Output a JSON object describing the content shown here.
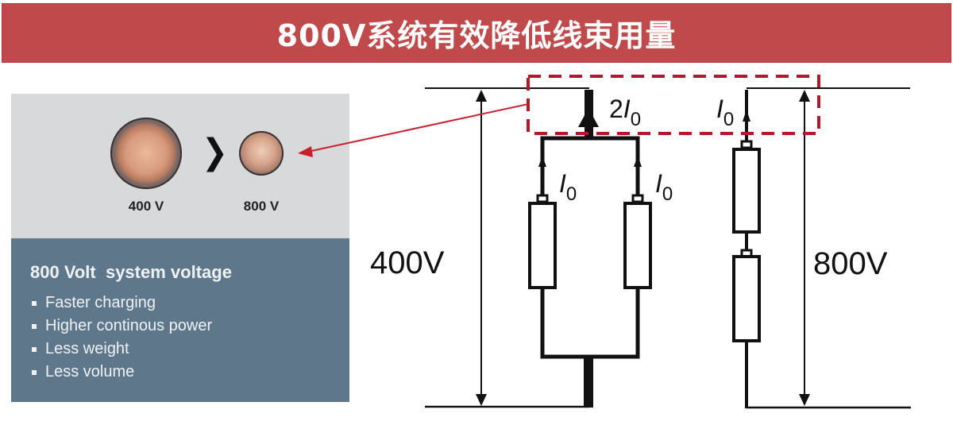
{
  "header": {
    "title": "800V系统有效降低线束用量",
    "background_color": "#c04a4b"
  },
  "cable_comparison": {
    "cables": [
      {
        "label": "400 V",
        "size": "large"
      },
      {
        "label": "800 V",
        "size": "small"
      }
    ],
    "comparison_symbol": "❯"
  },
  "info_panel": {
    "title": "800 Volt  system voltage",
    "bullets": [
      "Faster charging",
      "Higher continous power",
      "Less weight",
      "Less volume"
    ],
    "background_color": "#5f778b"
  },
  "diagram": {
    "left_circuit": {
      "voltage_label": "400V",
      "total_current": {
        "prefix": "2",
        "symbol": "I",
        "subscript": "0"
      },
      "branch_currents": [
        {
          "symbol": "I",
          "subscript": "0"
        },
        {
          "symbol": "I",
          "subscript": "0"
        }
      ],
      "topology": "parallel"
    },
    "right_circuit": {
      "voltage_label": "800V",
      "total_current": {
        "symbol": "I",
        "subscript": "0"
      },
      "topology": "series"
    },
    "highlight_color": "#b5182b",
    "callout_arrow_color": "#c8202e"
  }
}
